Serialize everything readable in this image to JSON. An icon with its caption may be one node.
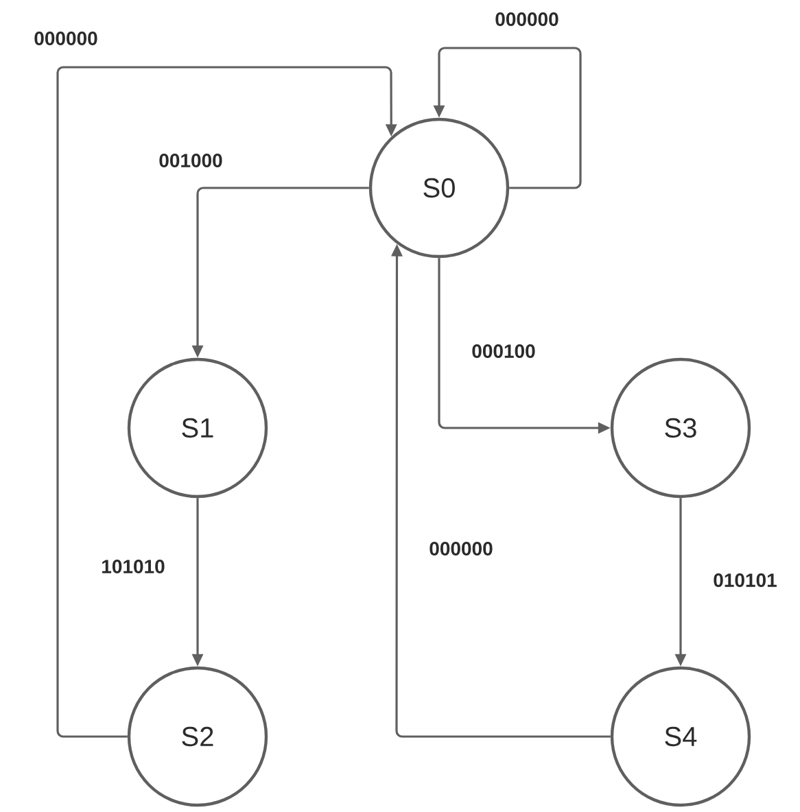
{
  "diagram": {
    "nodes": [
      {
        "text": [
          "S0"
        ]
      },
      {
        "text": [
          "S1"
        ]
      },
      {
        "text": [
          "S2"
        ]
      },
      {
        "text": [
          "S3"
        ]
      },
      {
        "text": [
          "S4"
        ]
      }
    ],
    "edges": [
      {
        "from": 0,
        "to": 0,
        "arrow": "to",
        "label": "000000"
      },
      {
        "from": 0,
        "to": 1,
        "arrow": "to",
        "label": "001000"
      },
      {
        "from": 1,
        "to": 2,
        "arrow": "to",
        "label": "101010"
      },
      {
        "from": 2,
        "to": 0,
        "arrow": "to",
        "label": "000000"
      },
      {
        "from": 0,
        "to": 3,
        "arrow": "to",
        "label": "000100"
      },
      {
        "from": 3,
        "to": 4,
        "arrow": "to",
        "label": "010101"
      },
      {
        "from": 4,
        "to": 0,
        "arrow": "to",
        "label": "000000"
      }
    ]
  }
}
